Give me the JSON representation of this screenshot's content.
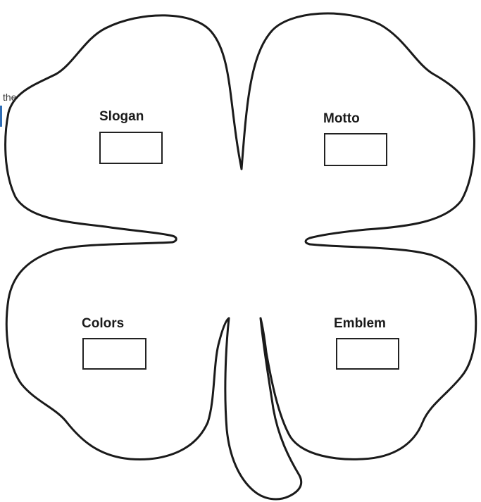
{
  "edge_text": "the",
  "leaves": {
    "top_left": {
      "label": "Slogan"
    },
    "top_right": {
      "label": "Motto"
    },
    "bottom_left": {
      "label": "Colors"
    },
    "bottom_right": {
      "label": "Emblem"
    }
  },
  "colors": {
    "outline": "#1a1a1a",
    "edge_mark": "#2f6db5"
  }
}
